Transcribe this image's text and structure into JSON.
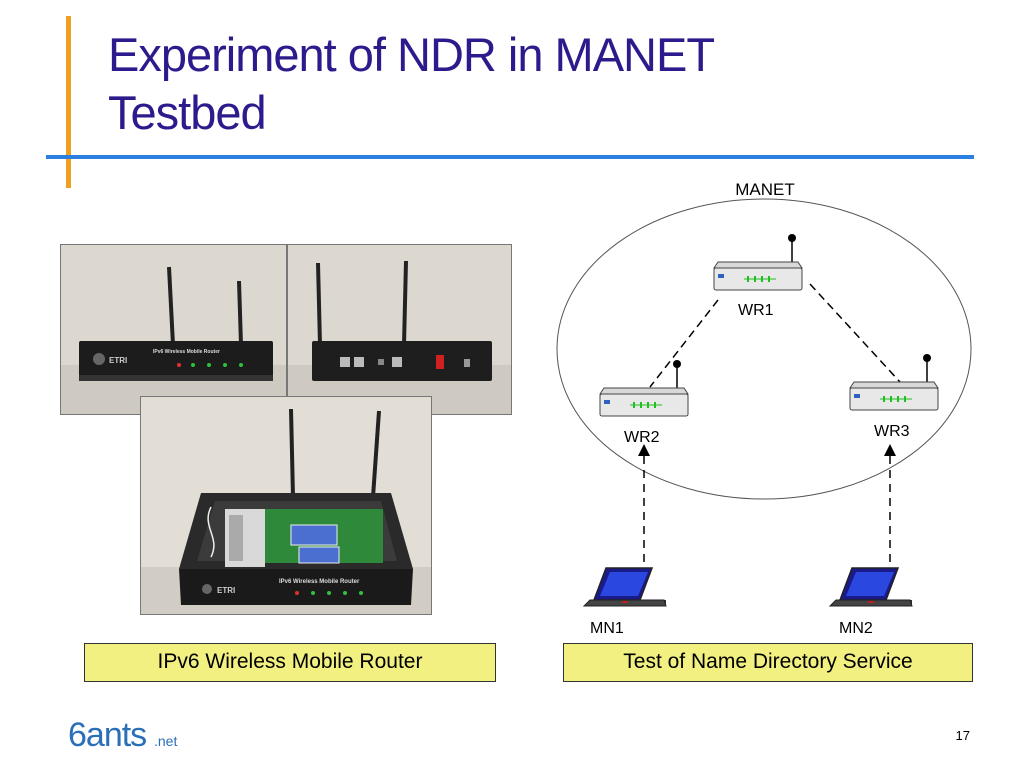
{
  "slide": {
    "title_line1": "Experiment of NDR in MANET",
    "title_line2": "Testbed",
    "page_number": "17"
  },
  "captions": {
    "left": "IPv6 Wireless Mobile Router",
    "right": "Test of Name Directory Service"
  },
  "photos": {
    "router_label": "IPv6 Wireless Mobile Router",
    "brand": "ETRI"
  },
  "diagram": {
    "cloud_label": "MANET",
    "nodes": [
      "WR1",
      "WR2",
      "WR3"
    ],
    "mobile_nodes": [
      "MN1",
      "MN2"
    ]
  },
  "logo": {
    "main": "6ants",
    "suffix": ".net"
  },
  "colors": {
    "title": "#2e1a8c",
    "accent_bar": "#f0a020",
    "rule": "#2a7fe0",
    "caption_fill": "#f2f080"
  }
}
